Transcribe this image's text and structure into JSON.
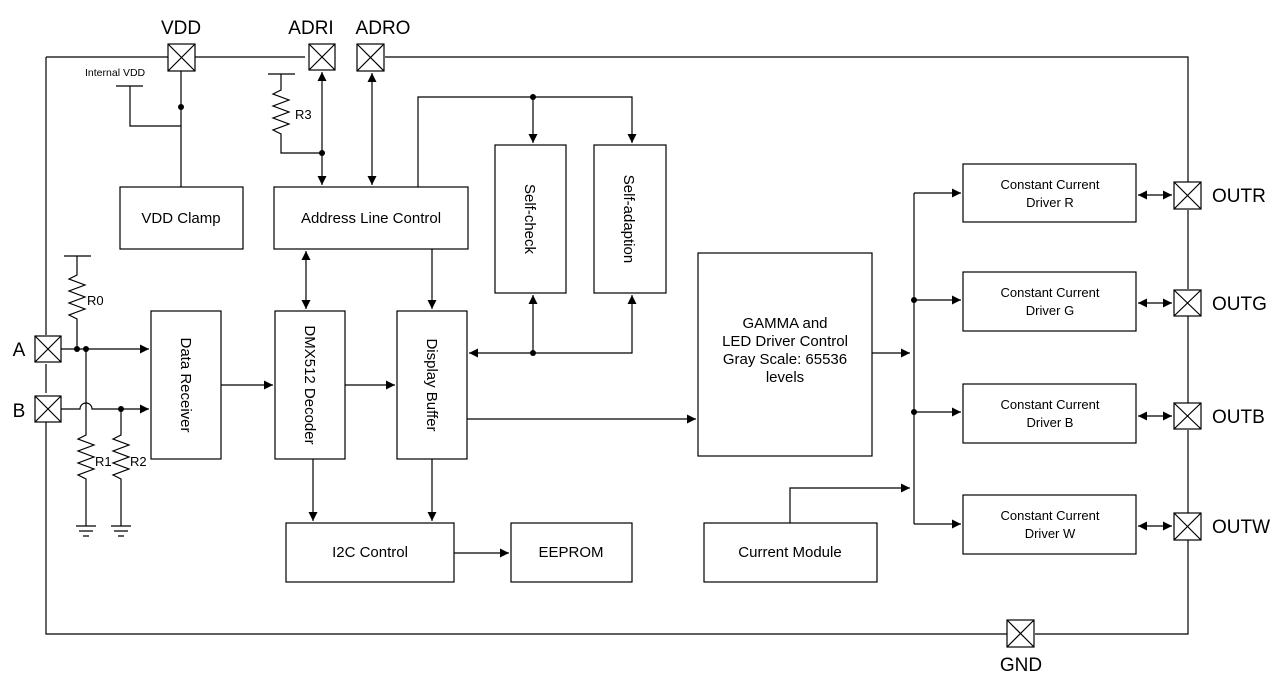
{
  "pins": {
    "vdd": "VDD",
    "adri": "ADRI",
    "adro": "ADRO",
    "a": "A",
    "b": "B",
    "outr": "OUTR",
    "outg": "OUTG",
    "outb": "OUTB",
    "outw": "OUTW",
    "gnd": "GND"
  },
  "labels": {
    "internal_vdd": "Internal VDD",
    "r0": "R0",
    "r1": "R1",
    "r2": "R2",
    "r3": "R3"
  },
  "blocks": {
    "vdd_clamp": "VDD Clamp",
    "address_line_control": "Address Line Control",
    "self_check": "Self-check",
    "self_adaption": "Self-adaption",
    "data_receiver": "Data Receiver",
    "dmx512_decoder": "DMX512 Decoder",
    "display_buffer": "Display Buffer",
    "gamma": [
      "GAMMA and",
      "LED Driver Control",
      "Gray Scale: 65536",
      "levels"
    ],
    "driver_r": [
      "Constant Current",
      "Driver  R"
    ],
    "driver_g": [
      "Constant Current",
      "Driver  G"
    ],
    "driver_b": [
      "Constant Current",
      "Driver  B"
    ],
    "driver_w": [
      "Constant Current",
      "Driver  W"
    ],
    "i2c_control": "I2C Control",
    "eeprom": "EEPROM",
    "current_module": "Current Module"
  }
}
